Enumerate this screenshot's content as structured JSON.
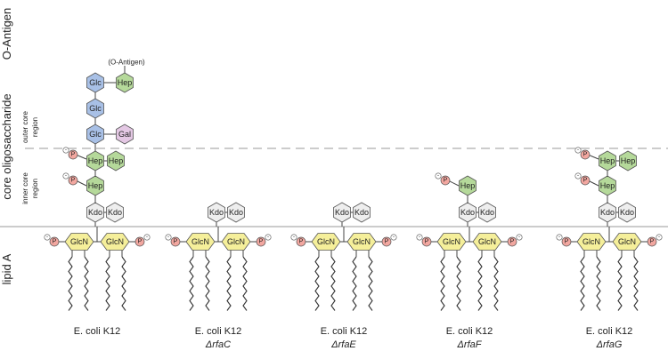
{
  "side_labels": {
    "o_antigen": "O-Antigen",
    "core": "core oligosaccharide",
    "lipid_a": "lipid A",
    "outer_core": [
      "outer core",
      "region"
    ],
    "inner_core": [
      "inner core",
      "region"
    ]
  },
  "o_antigen_note": "(O-Antigen)",
  "sugars": {
    "glc": "Glc",
    "hep": "Hep",
    "gal": "Gal",
    "kdo": "Kdo",
    "glcn": "GlcN",
    "p": "P",
    "minus": "-"
  },
  "colors": {
    "glc": "#a8c0e6",
    "hep": "#b5d99a",
    "gal": "#e4c8e4",
    "kdo": "#eeeeee",
    "glcn": "#f5ef9a",
    "p": "#f2a7a0",
    "stroke": "#555555"
  },
  "strains": [
    {
      "name": "E. coli K12",
      "mutation": ""
    },
    {
      "name": "E. coli K12",
      "mutation": "ΔrfaC"
    },
    {
      "name": "E. coli K12",
      "mutation": "ΔrfaE"
    },
    {
      "name": "E. coli K12",
      "mutation": "ΔrfaF"
    },
    {
      "name": "E. coli K12",
      "mutation": "ΔrfaG"
    }
  ]
}
